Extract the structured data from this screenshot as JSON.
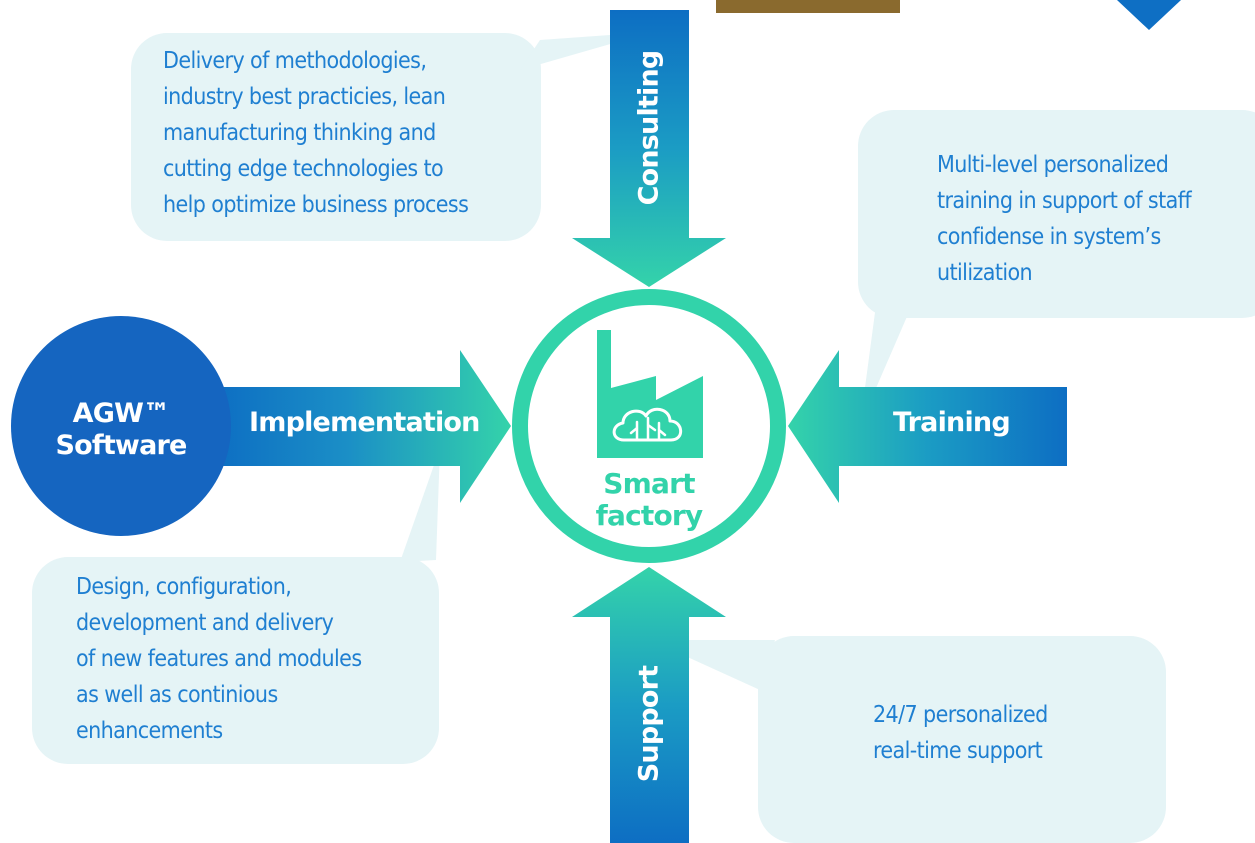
{
  "hub": {
    "label_line1": "Smart",
    "label_line2": "factory",
    "icon": "factory-cloud-icon"
  },
  "product": {
    "line1": "AGW™",
    "line2": "Software"
  },
  "arrows": {
    "consulting": "Consulting",
    "implementation": "Implementation",
    "training": "Training",
    "support": "Support"
  },
  "bubbles": {
    "consulting": [
      "Delivery of methodologies,",
      "industry best practicies, lean",
      "manufacturing thinking and",
      "cutting edge technologies to",
      "help optimize business process"
    ],
    "training": [
      "Multi-level personalized",
      "training in support of staff",
      "confidense in system’s",
      "utilization"
    ],
    "implementation": [
      "Design, configuration,",
      "development and delivery",
      "of new features and modules",
      "as well as continious",
      "enhancements"
    ],
    "support": [
      "24/7 personalized",
      "real-time support"
    ]
  },
  "colors": {
    "bubble_fill": "#e5f4f6",
    "blue": "#0e6fc4",
    "deep_blue": "#1565c0",
    "teal": "#32d3aa",
    "text_blue": "#1f7fd1"
  }
}
